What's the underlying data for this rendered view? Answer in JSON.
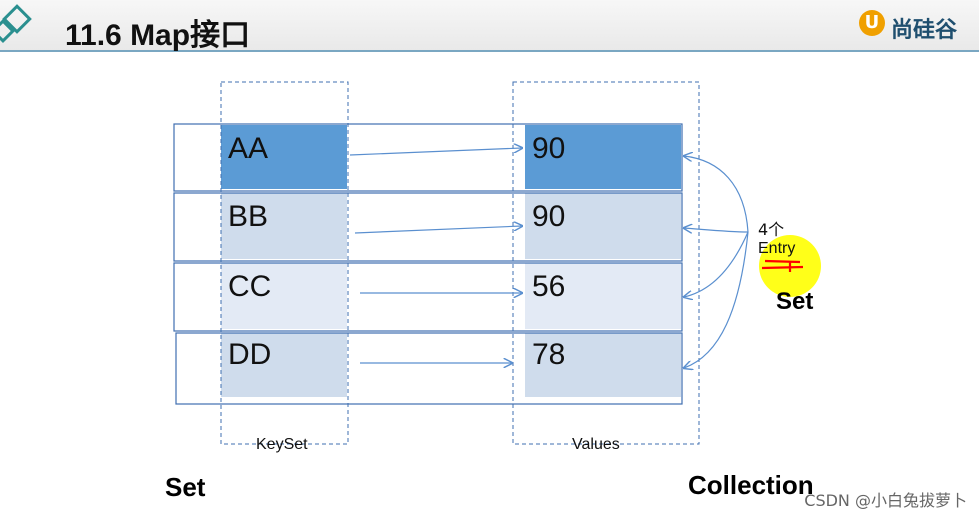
{
  "header": {
    "title": "11.6 Map接口",
    "brand": "尚硅谷"
  },
  "keys": [
    "AA",
    "BB",
    "CC",
    "DD"
  ],
  "values": [
    "90",
    "90",
    "56",
    "78"
  ],
  "labels": {
    "keyset": "KeySet",
    "values": "Values",
    "entry_count": "4个",
    "entry": "Entry",
    "set_right": "Set",
    "set_bottom": "Set",
    "collection": "Collection"
  },
  "watermark": "CSDN @小白兔拔萝卜",
  "colors": {
    "highlight_blue": "#5b9bd5",
    "light_blue": "#cfdcec",
    "lighter_blue": "#e3eaf5",
    "line_blue": "#5a8fcf",
    "annot_red": "#ff0000",
    "annot_yellow": "#ffff00"
  }
}
